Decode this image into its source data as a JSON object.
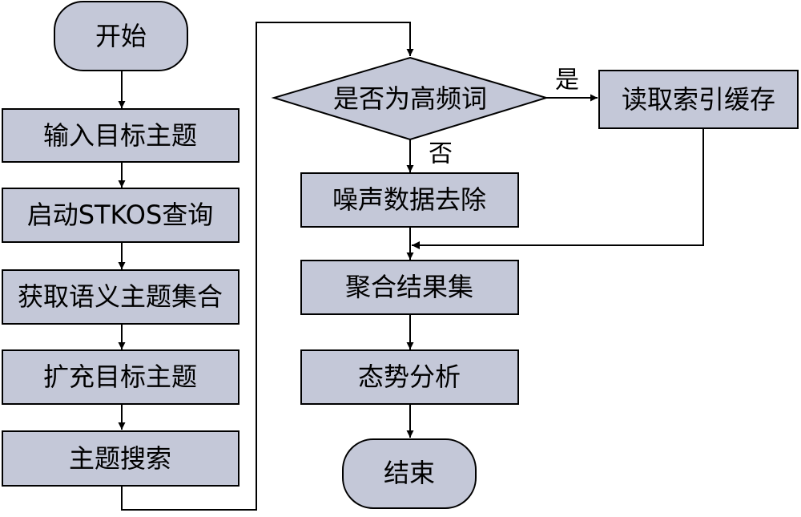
{
  "flowchart": {
    "nodes": {
      "start": "开始",
      "input_topic": "输入目标主题",
      "start_query": "启动STKOS查询",
      "get_semantic": "获取语义主题集合",
      "expand_topic": "扩充目标主题",
      "topic_search": "主题搜索",
      "is_high_freq": "是否为高频词",
      "read_cache": "读取索引缓存",
      "denoise": "噪声数据去除",
      "aggregate": "聚合结果集",
      "trend_analysis": "态势分析",
      "end": "结束"
    },
    "edge_labels": {
      "yes": "是",
      "no": "否"
    },
    "colors": {
      "node_fill": "#c4c8d8",
      "stroke": "#000000",
      "background": "#ffffff"
    }
  }
}
